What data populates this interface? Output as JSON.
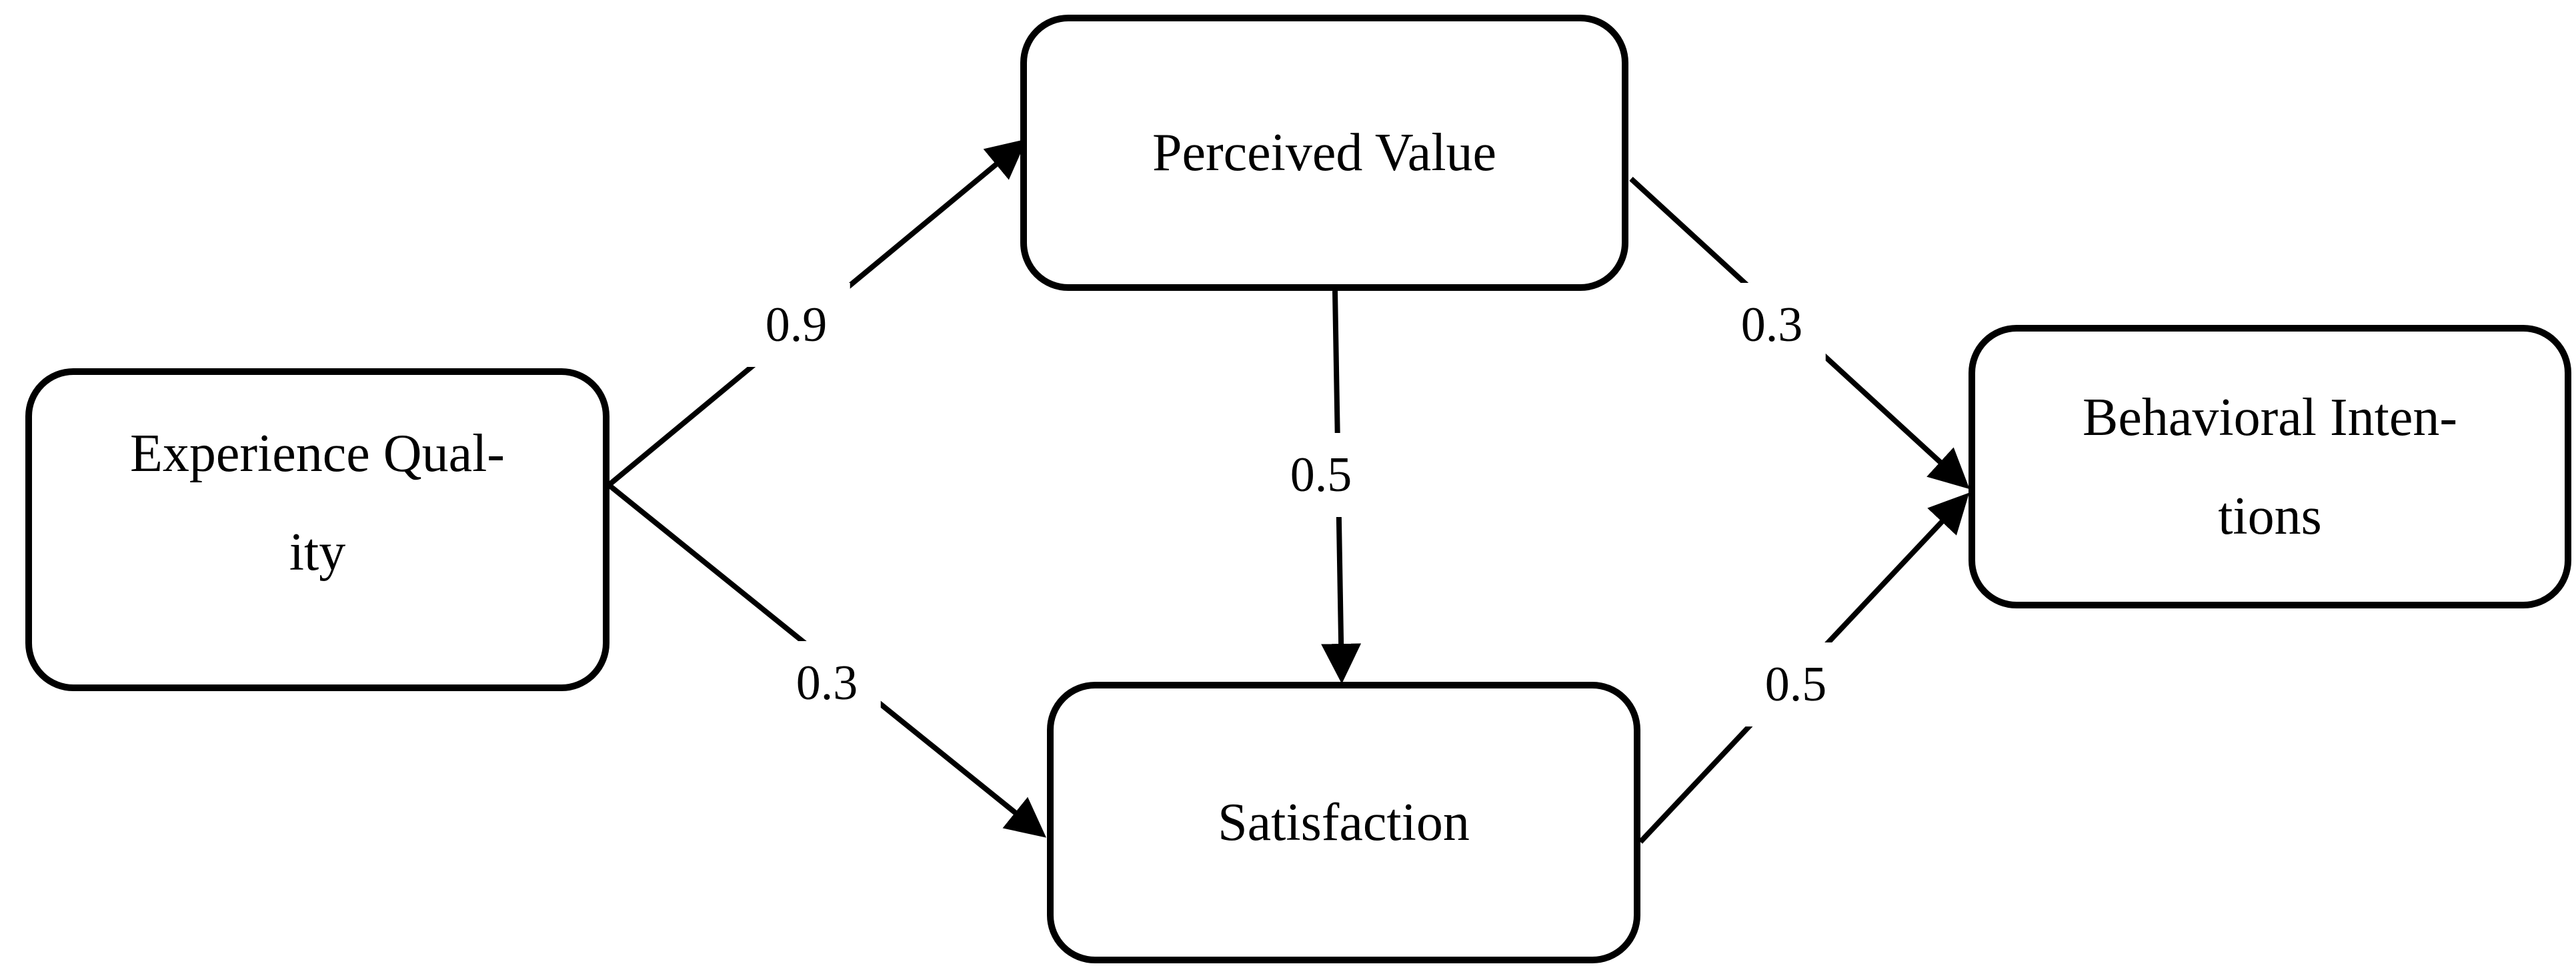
{
  "figure": {
    "background_color": "#ffffff",
    "line_color": "#000000",
    "text_color": "#000000"
  },
  "diagram": {
    "type": "path-model",
    "nodes": [
      {
        "id": "experience-quality",
        "lines": [
          "Experience Qual-",
          "ity"
        ],
        "full_label": "Experience Quality"
      },
      {
        "id": "perceived-value",
        "lines": [
          "Perceived Value"
        ],
        "full_label": "Perceived Value"
      },
      {
        "id": "satisfaction",
        "lines": [
          "Satisfaction"
        ],
        "full_label": "Satisfaction"
      },
      {
        "id": "behavioral-intentions",
        "lines": [
          "Behavioral Inten-",
          "tions"
        ],
        "full_label": "Behavioral Intentions"
      }
    ],
    "edges": [
      {
        "from": "Experience Quality",
        "to": "Perceived Value",
        "weight": "0.9"
      },
      {
        "from": "Experience Quality",
        "to": "Satisfaction",
        "weight": "0.3"
      },
      {
        "from": "Perceived Value",
        "to": "Satisfaction",
        "weight": "0.5"
      },
      {
        "from": "Perceived Value",
        "to": "Behavioral Intentions",
        "weight": "0.3"
      },
      {
        "from": "Satisfaction",
        "to": "Behavioral Intentions",
        "weight": "0.5"
      }
    ]
  }
}
